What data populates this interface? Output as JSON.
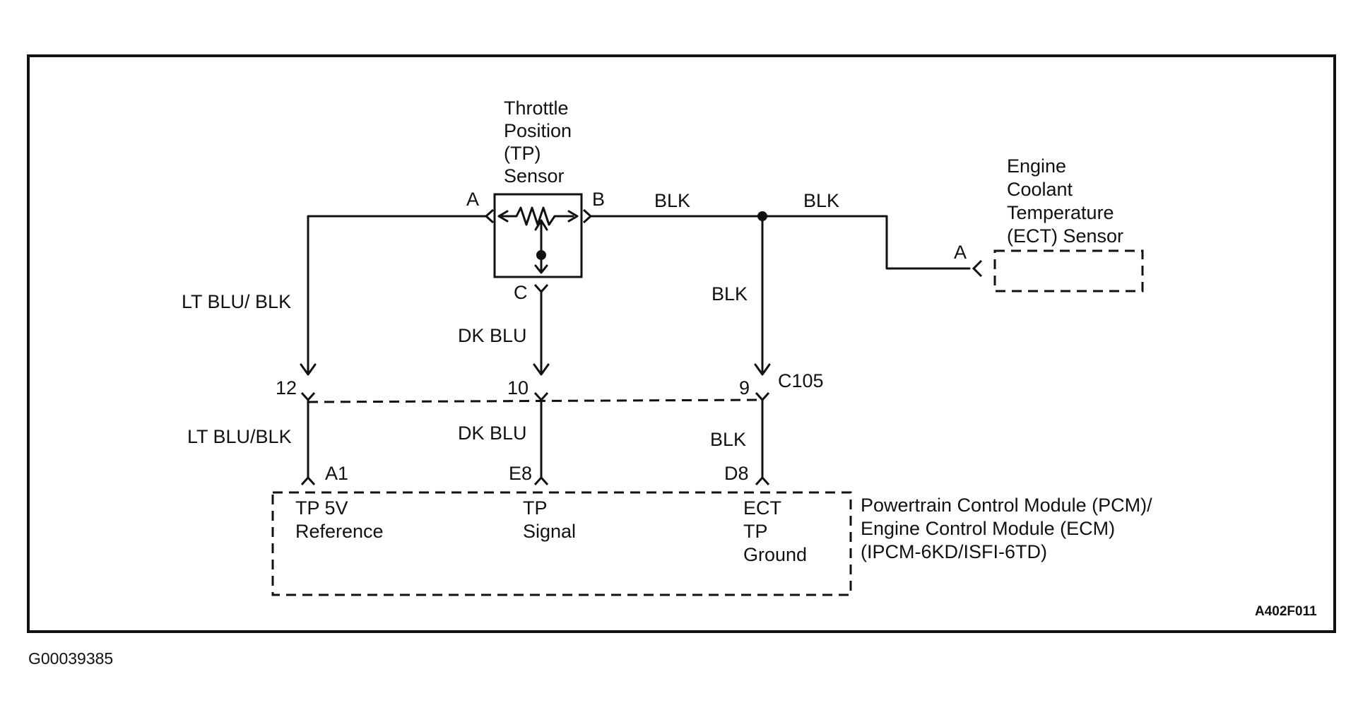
{
  "tp_sensor": {
    "title_lines": [
      "Throttle",
      "Position",
      "(TP)",
      "Sensor"
    ],
    "pin_a": "A",
    "pin_b": "B",
    "pin_c": "C"
  },
  "ect_sensor": {
    "title_lines": [
      "Engine",
      "Coolant",
      "Temperature",
      "(ECT) Sensor"
    ],
    "pin_a": "A"
  },
  "wires": {
    "lt_blu_blk_upper": "LT BLU/ BLK",
    "lt_blu_blk_lower": "LT BLU/BLK",
    "dk_blu_upper": "DK BLU",
    "dk_blu_lower": "DK BLU",
    "blk_top_left": "BLK",
    "blk_top_right": "BLK",
    "blk_vertical": "BLK",
    "blk_lower": "BLK"
  },
  "connector_c105": {
    "name": "C105",
    "pins": [
      "12",
      "10",
      "9"
    ]
  },
  "pcm": {
    "title_lines": [
      "Powertrain Control Module (PCM)/",
      "Engine Control Module (ECM)",
      "(IPCM-6KD/ISFI-6TD)"
    ],
    "pins": [
      "A1",
      "E8",
      "D8"
    ],
    "terminal_1_lines": [
      "TP 5V",
      "Reference"
    ],
    "terminal_2_lines": [
      "TP",
      "Signal"
    ],
    "terminal_3_lines": [
      "ECT",
      "TP",
      "Ground"
    ]
  },
  "figure_code": "A402F011",
  "image_id": "G00039385"
}
